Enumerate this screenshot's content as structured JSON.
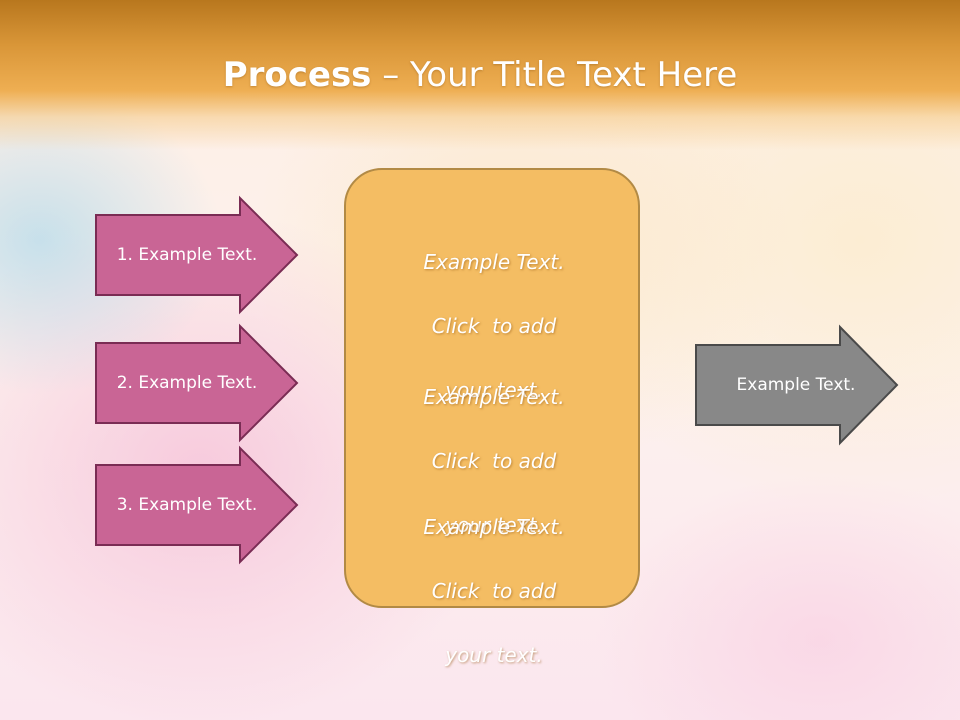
{
  "slide": {
    "title_bold": "Process",
    "title_rest": " – Your Title Text Here"
  },
  "steps": [
    {
      "label": "1. Example Text."
    },
    {
      "label": "2. Example Text."
    },
    {
      "label": "3. Example Text."
    }
  ],
  "center": {
    "blocks": [
      {
        "line1": "Example Text.",
        "line2": "Click  to add",
        "line3": "your text."
      },
      {
        "line1": "Example Text.",
        "line2": "Click  to add",
        "line3": "your text."
      },
      {
        "line1": "Example Text.",
        "line2": "Click  to add",
        "line3": "your text."
      }
    ]
  },
  "result": {
    "label": "Example Text."
  },
  "colors": {
    "header": "#e09c3c",
    "step_arrow_fill": "#c96595",
    "step_arrow_border": "#7a2c54",
    "center_fill": "#f4bd63",
    "center_border": "#b28a45",
    "result_fill": "#888888",
    "result_border": "#4a4a4a"
  }
}
